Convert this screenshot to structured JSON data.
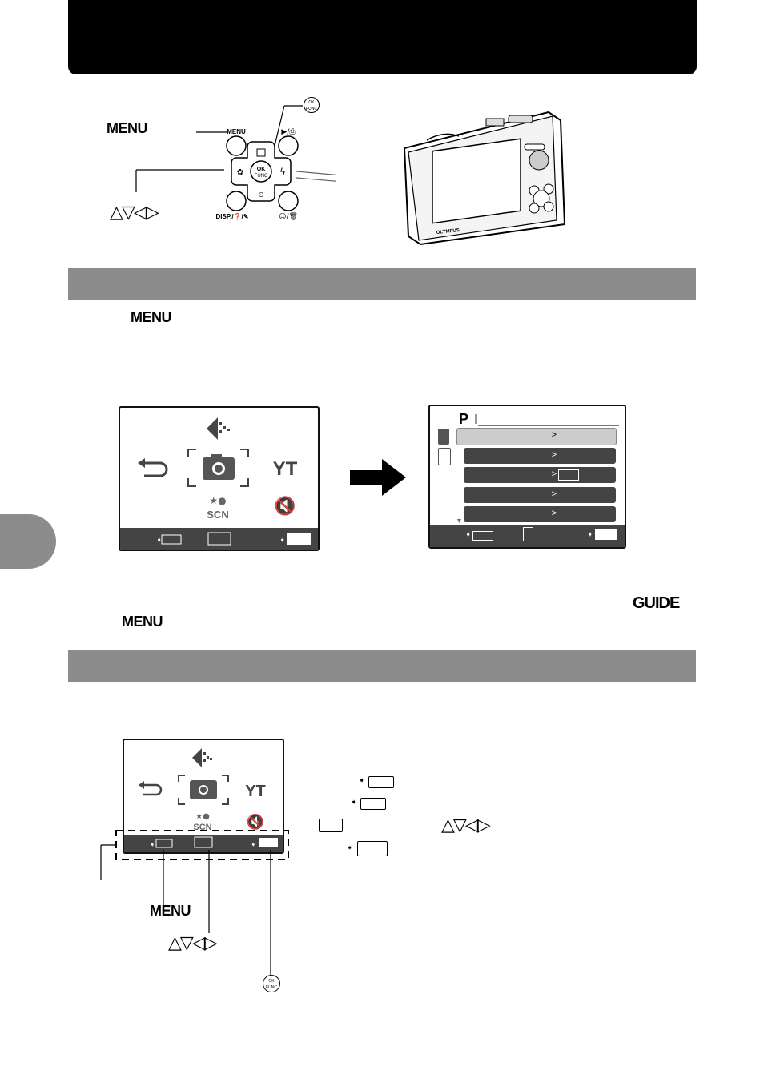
{
  "labels": {
    "menu_top": "MENU",
    "menu_step": "MENU",
    "menu_note": "MENU",
    "menu_bottom": "MENU",
    "guide": "GUIDE",
    "arrows_top": "△▽◁▷",
    "arrows_right": "△▽◁▷",
    "arrows_bottom": "△▽◁▷"
  },
  "buttons": {
    "menu": "MENU",
    "ok_func_top": "OK",
    "ok_func_bottom": "FUNC",
    "disp": "DISP./",
    "playback_print": "▶/⎙",
    "scn_menu": "SCN",
    "p_mode": "P"
  },
  "icons": [
    "exposure-comp-icon",
    "macro-icon",
    "flash-icon",
    "self-timer-icon",
    "return-icon",
    "camera-icon",
    "setup-icon",
    "silent-mode-icon",
    "scene-icon",
    "image-quality-icon",
    "ok-func-icon",
    "arrow-right-icon"
  ],
  "colors": {
    "section_bar": "#8c8c8c",
    "black_bar": "#000000"
  }
}
